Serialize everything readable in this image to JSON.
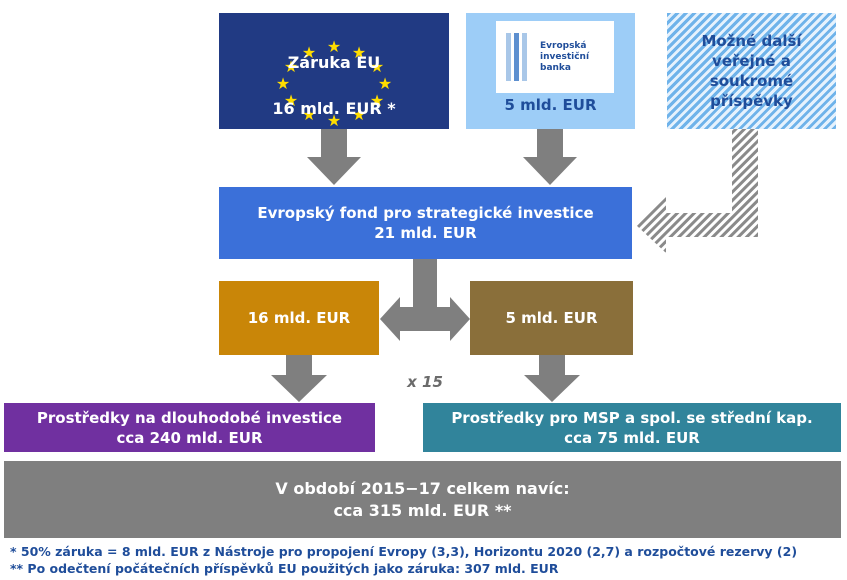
{
  "eu_guarantee": {
    "title": "Záruka EU",
    "amount": "16 mld. EUR *"
  },
  "eib": {
    "logo_text": "Evropská\ninvestiční\nbanka",
    "amount": "5 mld. EUR"
  },
  "other_contributions": {
    "label": "Možné další\nveřejné a\nsoukromé\npříspěvky"
  },
  "fund": {
    "line1": "Evropský fond pro strategické investice",
    "line2": "21 mld. EUR"
  },
  "split": {
    "left_amount": "16 mld. EUR",
    "right_amount": "5 mld. EUR",
    "multiplier": "x 15"
  },
  "long_term": {
    "line1": "Prostředky na dlouhodobé investice",
    "line2": "cca 240 mld. EUR"
  },
  "sme": {
    "line1": "Prostředky pro MSP a spol. se střední kap.",
    "line2": "cca 75 mld. EUR"
  },
  "total": {
    "line1": "V období 2015−17 celkem navíc:",
    "line2": "cca 315 mld. EUR **"
  },
  "footnotes": [
    "* 50% záruka = 8 mld. EUR z Nástroje pro propojení Evropy (3,3), Horizontu 2020 (2,7) a rozpočtové rezervy (2)",
    "** Po odečtení počátečních příspěvků EU použitých jako záruka: 307 mld. EUR"
  ],
  "colors": {
    "eu_blue": "#213a83",
    "eu_star": "#ffdd00",
    "eib_light_blue": "#9dcdf7",
    "fund_blue": "#3b70d9",
    "left_gold": "#c98608",
    "right_brown": "#8a6f3a",
    "long_term_purple": "#7030a0",
    "sme_teal": "#31849b",
    "total_gray": "#7f7f7f",
    "arrow_gray": "#7f7f7f",
    "footnote_blue": "#1f4d9a"
  }
}
